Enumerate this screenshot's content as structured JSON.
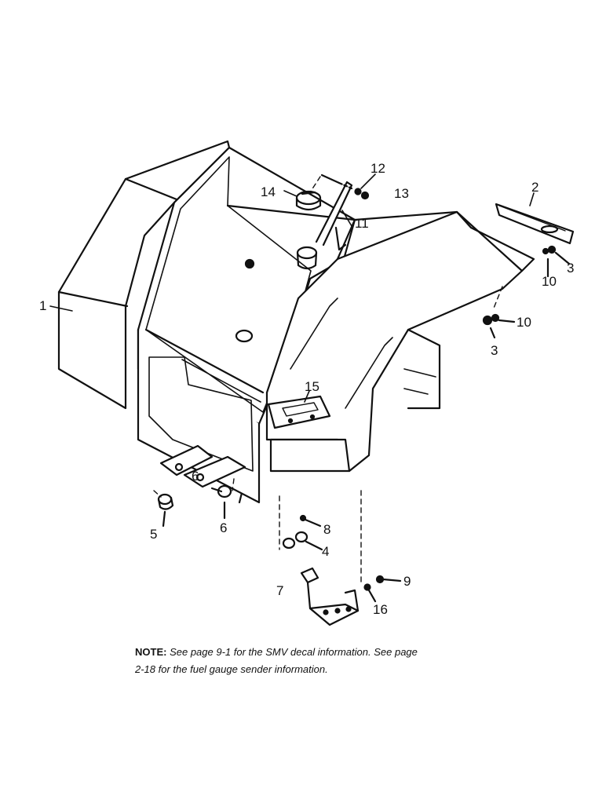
{
  "callouts": {
    "c1": "1",
    "c2": "2",
    "c3a": "3",
    "c3b": "3",
    "c4": "4",
    "c5": "5",
    "c6": "6",
    "c6b": "6",
    "c7": "7",
    "c8": "8",
    "c9": "9",
    "c10a": "10",
    "c10b": "10",
    "c11": "11",
    "c12": "12",
    "c13": "13",
    "c14": "14",
    "c15": "15",
    "c16": "16"
  },
  "note": {
    "label": "NOTE:",
    "line1": "See page 9-1 for the SMV decal information. See page",
    "line2": "2-18 for the fuel gauge sender information."
  }
}
